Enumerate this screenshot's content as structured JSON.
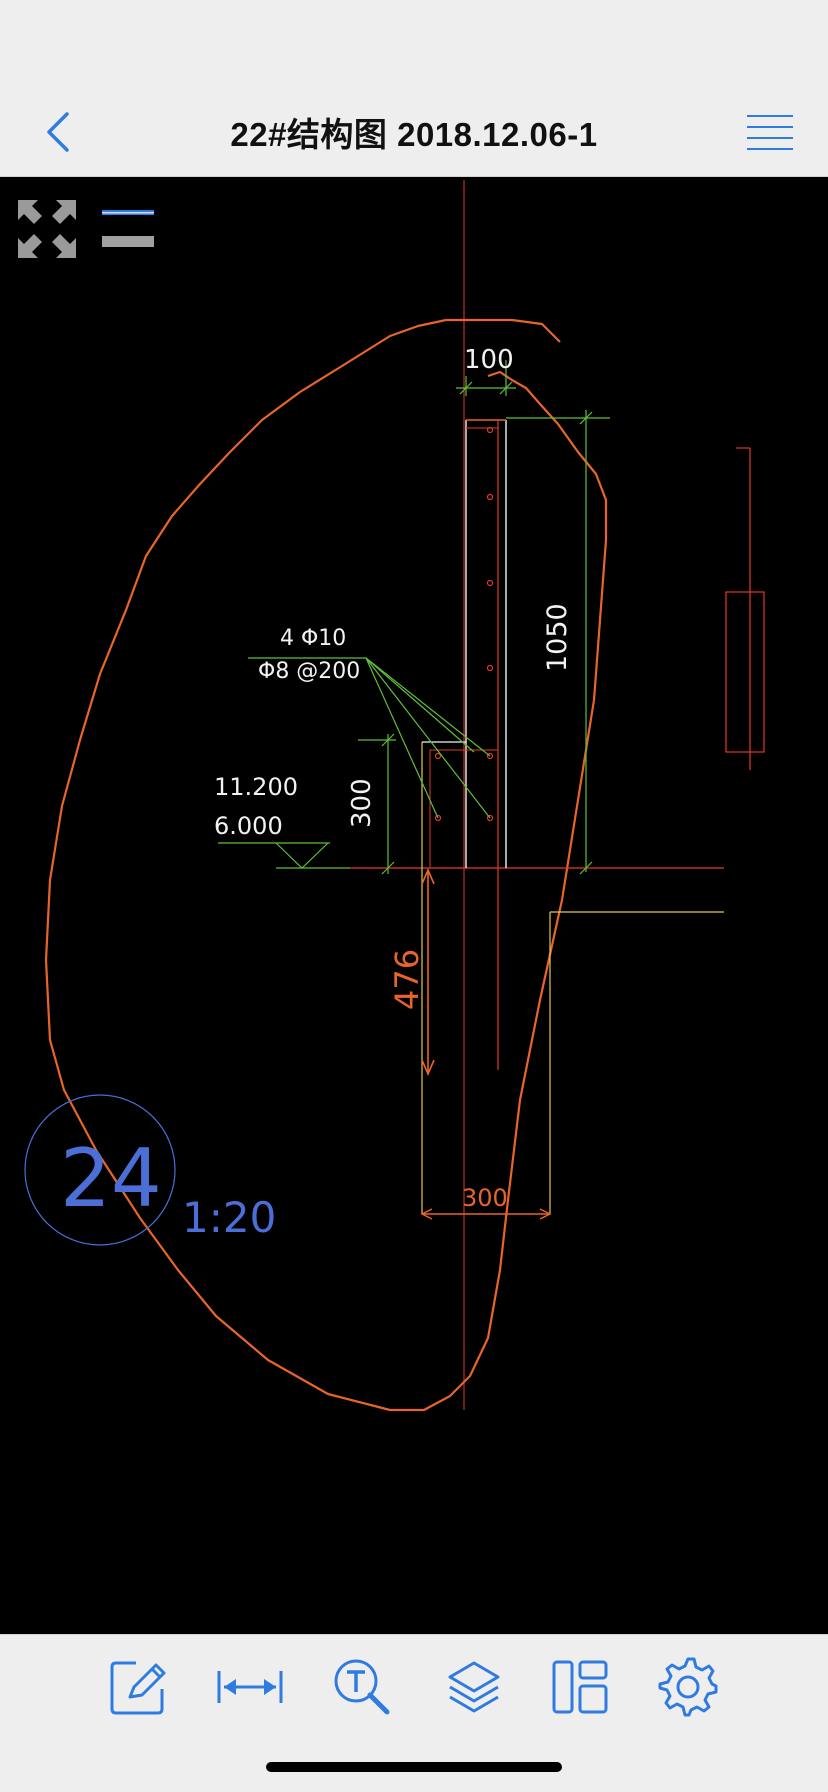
{
  "header": {
    "title": "22#结构图 2018.12.06-1",
    "back_icon": "chevron-left-icon",
    "menu_icon": "hamburger-menu-icon"
  },
  "canvas_tools": {
    "fullscreen_icon": "expand-arrows-icon",
    "layer_icon": "layer-lines-icon"
  },
  "drawing": {
    "dim_top": "100",
    "dim_height": "1050",
    "rebar_main": "4 Φ10",
    "rebar_stirrup": "Φ8 @200",
    "elev_top": "11.200",
    "elev_bottom": "6.000",
    "dim_ledge": "300",
    "dim_depth": "476",
    "dim_width": "300",
    "detail_number": "24",
    "scale": "1:20"
  },
  "toolbar": {
    "items": [
      {
        "name": "annotate",
        "icon": "pencil-edit-icon"
      },
      {
        "name": "measure",
        "icon": "dimension-arrow-icon"
      },
      {
        "name": "text-search",
        "icon": "text-search-icon"
      },
      {
        "name": "layers",
        "icon": "layers-icon"
      },
      {
        "name": "layout",
        "icon": "layout-icon"
      },
      {
        "name": "settings",
        "icon": "gear-icon"
      }
    ]
  },
  "colors": {
    "accent": "#2f7be0",
    "cad_orange": "#e8652a",
    "cad_green": "#5fbf3a",
    "cad_red": "#e23a2a",
    "cad_yellow": "#e6c94a",
    "cad_blue": "#4b6fd6",
    "cad_white": "#f2f2f2"
  }
}
